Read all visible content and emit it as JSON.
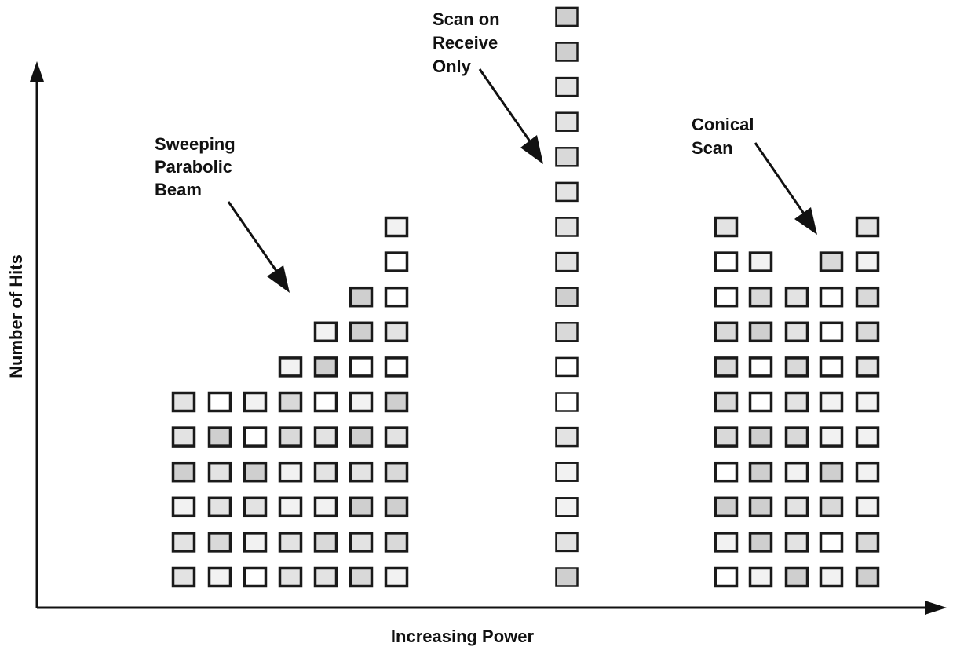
{
  "chart_data": {
    "type": "bar",
    "style": "stacked-square-markers",
    "title": "",
    "xlabel": "Increasing Power",
    "ylabel": "Number of Hits",
    "grid": false,
    "ticks": false,
    "groups": [
      {
        "name": "Sweeping Parabolic Beam",
        "label_lines": [
          "Sweeping",
          "Parabolic",
          "Beam"
        ],
        "column_counts": [
          6,
          6,
          6,
          7,
          8,
          9,
          11
        ]
      },
      {
        "name": "Scan on Receive Only",
        "label_lines": [
          "Scan on",
          "Receive",
          "Only"
        ],
        "column_counts": [
          17
        ]
      },
      {
        "name": "Conical Scan",
        "label_lines": [
          "Conical",
          "Scan"
        ],
        "column_counts": [
          11,
          10,
          9,
          10,
          11
        ]
      }
    ],
    "colors": {
      "marker_stroke": "#1a1a1a",
      "marker_fill_light": "#f2f2f2",
      "marker_fill_dark": "#cfcfcf",
      "axis": "#111111",
      "text": "#111111"
    }
  }
}
